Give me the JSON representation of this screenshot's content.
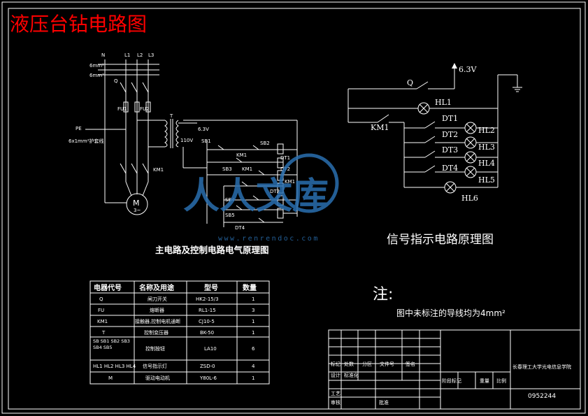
{
  "title": "液压台钻电路图",
  "main_circuit": {
    "caption": "主电路及控制电路电气原理图",
    "phase_labels": [
      "N",
      "L1",
      "L2",
      "L3"
    ],
    "q_label": "Q",
    "pe_label": "PE",
    "pe_note": "6x1mm²护套线",
    "km1_label": "KM1",
    "motor_label": "M",
    "motor_sub": "3~",
    "transformer_label": "T",
    "voltage_110": "110V",
    "voltage_63": "6.3V",
    "contacts": [
      "SB1",
      "KM1",
      "SB2",
      "DT1",
      "DT2",
      "SB3",
      "KM1",
      "DT3",
      "SB4",
      "SB5",
      "DT4",
      "KM1"
    ]
  },
  "signal_circuit": {
    "caption": "信号指示电路原理图",
    "q_label": "Q",
    "voltage": "6.3V",
    "km1_label": "KM1",
    "contacts": [
      "DT1",
      "DT2",
      "DT3",
      "DT4"
    ],
    "lamps": [
      "HL1",
      "HL2",
      "HL3",
      "HL4",
      "HL5",
      "HL6"
    ]
  },
  "parts_table": {
    "headers": [
      "电器代号",
      "名称及用途",
      "型号",
      "数量"
    ],
    "rows": [
      [
        "Q",
        "闸刀开关",
        "HK2-15/3",
        "1"
      ],
      [
        "FU",
        "熔断器",
        "RL1-15",
        "3"
      ],
      [
        "KM1",
        "接触器,控制电机通断",
        "CJ10-5",
        "1"
      ],
      [
        "T",
        "控制变压器",
        "BK-50",
        "1"
      ],
      [
        "SB SB1 SB2 SB3 SB4 SB5",
        "控制按钮",
        "LA10",
        "6"
      ],
      [
        "HL1 HL2 HL3 HL4",
        "信号指示灯",
        "ZSD-0",
        "4"
      ],
      [
        "M",
        "驱动电动机",
        "Y80L-6",
        "1"
      ]
    ]
  },
  "note": {
    "heading": "注:",
    "text": "图中未标注的导线均为4mm²"
  },
  "watermark": {
    "brand": "人人文库",
    "url": "www.renrendoc.com"
  },
  "title_block": {
    "school": "长春理工大学光电信息学院",
    "drawing_no": "0952244",
    "cells": [
      "标记",
      "处数",
      "分区",
      "文件号",
      "签名",
      "设计",
      "标准化",
      "审核",
      "工艺",
      "批准",
      "阶段标记",
      "重量",
      "比例"
    ]
  },
  "colors": {
    "title": "#ff0000",
    "lines": "#ffffff",
    "watermark": "#2a6fb0",
    "background": "#000000"
  }
}
